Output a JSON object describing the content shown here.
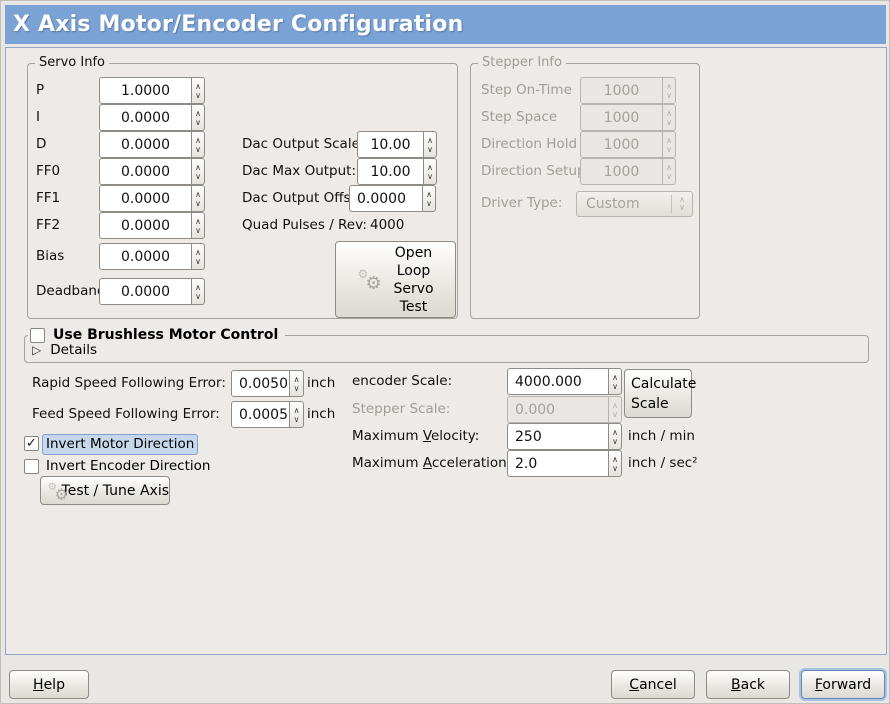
{
  "window": {
    "title": "X Axis Motor/Encoder Configuration"
  },
  "icons": {
    "spin_up": "∧",
    "spin_down": "∨",
    "combo_up": "∧",
    "combo_down": "∨",
    "expander": "▷",
    "gear": "⚙",
    "check": "✓"
  },
  "servo_info": {
    "title": "Servo Info",
    "params": [
      {
        "label": "P",
        "value": "1.0000"
      },
      {
        "label": "I",
        "value": "0.0000"
      },
      {
        "label": "D",
        "value": "0.0000"
      },
      {
        "label": "FF0",
        "value": "0.0000"
      },
      {
        "label": "FF1",
        "value": "0.0000"
      },
      {
        "label": "FF2",
        "value": "0.0000"
      },
      {
        "label": "Bias",
        "value": "0.0000"
      },
      {
        "label": "Deadband",
        "value": "0.0000"
      }
    ],
    "dac": [
      {
        "label": "Dac Output Scale:",
        "value": "10.00"
      },
      {
        "label": "Dac Max Output:",
        "value": "10.00"
      },
      {
        "label": "Dac Output Offset:",
        "value": "0.0000"
      }
    ],
    "quad": {
      "label": "Quad Pulses / Rev:",
      "value": "4000"
    },
    "open_loop": {
      "lines": [
        "Open",
        "Loop",
        "Servo",
        "Test"
      ]
    }
  },
  "stepper_info": {
    "title": "Stepper Info",
    "params": [
      {
        "label": "Step On-Time",
        "value": "1000"
      },
      {
        "label": "Step Space",
        "value": "1000"
      },
      {
        "label": "Direction Hold",
        "value": "1000"
      },
      {
        "label": "Direction Setup",
        "value": "1000"
      }
    ],
    "driver": {
      "label": "Driver Type:",
      "value": "Custom"
    }
  },
  "brushless": {
    "label": "Use Brushless Motor Control",
    "details": "Details"
  },
  "following": [
    {
      "label": "Rapid Speed Following Error:",
      "value": "0.0050",
      "unit": "inch"
    },
    {
      "label": "Feed Speed Following Error:",
      "value": "0.0005",
      "unit": "inch"
    }
  ],
  "scales": {
    "encoder": {
      "label": "encoder Scale:",
      "value": "4000.000"
    },
    "calculate": {
      "lines": [
        "Calculate",
        "Scale"
      ]
    },
    "stepper": {
      "label": "Stepper Scale:",
      "value": "0.000"
    },
    "velocity": {
      "pre": "Maximum ",
      "key": "V",
      "post": "elocity:",
      "value": "250",
      "unit": "inch / min"
    },
    "acceleration": {
      "pre": "Maximum ",
      "key": "A",
      "post": "cceleration:",
      "value": "2.0",
      "unit": "inch / sec²"
    }
  },
  "invert": {
    "motor": {
      "label": "Invert Motor Direction",
      "mark": "✓"
    },
    "encoder": {
      "label": "Invert Encoder Direction",
      "mark": ""
    }
  },
  "test_tune": {
    "label": "Test / Tune Axis"
  },
  "footer": {
    "help": {
      "key": "H",
      "post": "elp"
    },
    "cancel": {
      "key": "C",
      "post": "ancel"
    },
    "back": {
      "key": "B",
      "post": "ack"
    },
    "forward": {
      "key": "F",
      "post": "orward"
    }
  },
  "colors": {
    "titlebar": "#7ba2d4",
    "panel_bg": "#edeae7",
    "focus_highlight": "#c8d8ec"
  }
}
